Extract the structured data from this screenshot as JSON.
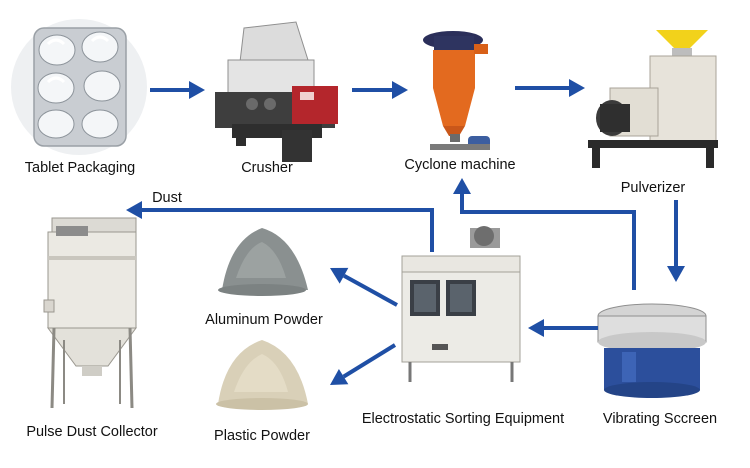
{
  "diagram": {
    "colors": {
      "arrow": "#1f4fa5",
      "machine_body": "#e6e4de",
      "crusher_red": "#b4262c",
      "cyclone_orange": "#e36a1f"
    },
    "labels": {
      "tablet_packaging": "Tablet Packaging",
      "crusher": "Crusher",
      "cyclone_machine": "Cyclone machine",
      "pulverizer": "Pulverizer",
      "dust": "Dust",
      "aluminum_powder": "Aluminum Powder",
      "plastic_powder": "Plastic Powder",
      "pulse_dust_collector": "Pulse Dust Collector",
      "electrostatic_sorting_equipment": "Electrostatic Sorting Equipment",
      "vibrating_screen": "Vibrating Sccreen"
    }
  }
}
